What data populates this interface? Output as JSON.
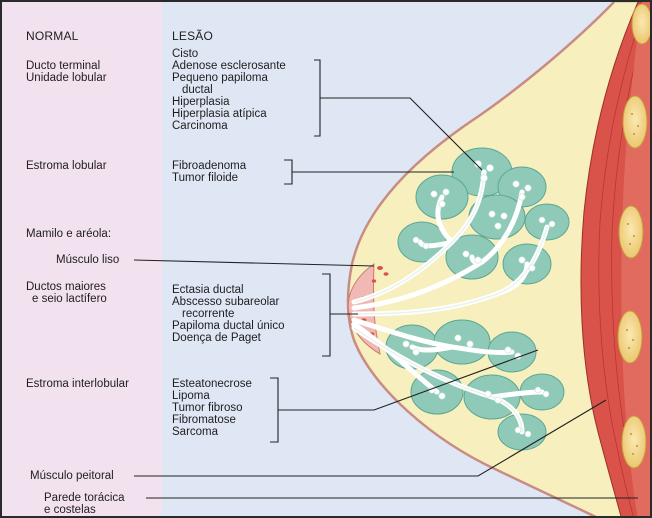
{
  "headers": {
    "normal": "NORMAL",
    "lesion": "LESÃO"
  },
  "normal_labels": {
    "ducto_terminal": "Ducto terminal",
    "unidade_lobular": "Unidade lobular",
    "estroma_lobular": "Estroma lobular",
    "mamilo_areola": "Mamilo e aréola:",
    "musculo_liso": "Músculo liso",
    "ductos_maiores": "Ductos maiores",
    "seio_lactifero": "e seio lactífero",
    "estroma_interlobular": "Estroma interlobular",
    "musculo_peitoral": "Músculo peitoral",
    "parede_toracica": "Parede torácica",
    "costelas": "e costelas"
  },
  "lesion_groups": {
    "tdlu": [
      "Cisto",
      "Adenose esclerosante",
      "Pequeno papiloma",
      "ductal",
      "Hiperplasia",
      "Hiperplasia atípica",
      "Carcinoma"
    ],
    "lobular_stroma": [
      "Fibroadenoma",
      "Tumor filoide"
    ],
    "large_ducts": [
      "Ectasia ductal",
      "Abscesso subareolar",
      "recorrente",
      "Papiloma ductal único",
      "Doença de Paget"
    ],
    "interlobular_stroma": [
      "Esteatonecrose",
      "Lipoma",
      "Tumor fibroso",
      "Fibromatose",
      "Sarcoma"
    ]
  },
  "colors": {
    "normal_panel": "#f2e1ee",
    "lesion_panel": "#dfe6f4",
    "fat": "#f7efbd",
    "lobule": "#8fcab8",
    "duct": "#ffffff",
    "muscle": "#d9534a",
    "rib": "#f4d98c",
    "line": "#222222"
  }
}
